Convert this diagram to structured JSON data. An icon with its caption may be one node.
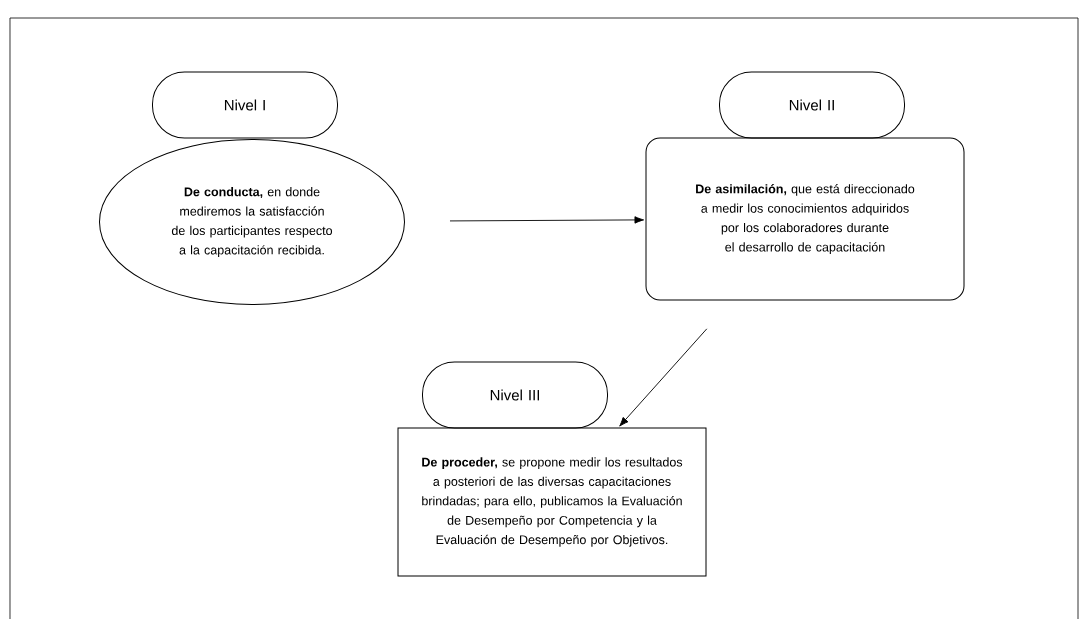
{
  "diagram": {
    "nodes": [
      {
        "text": [
          "Nivel I"
        ]
      },
      {
        "text": [
          "**De conducta,** en donde mediremos la satisfacción de los participantes respecto a la capacitación recibida."
        ]
      },
      {
        "text": [
          "Nivel II"
        ]
      },
      {
        "text": [
          "**De asimilación,** que está direccionado a medir los conocimientos adquiridos por los colaboradores durante el desarrollo de capacitación"
        ]
      },
      {
        "text": [
          "Nivel III"
        ]
      },
      {
        "text": [
          "**De proceder,** se propone medir los resultados a posteriori de las diversas capacitaciones brindadas; para ello, publicamos la Evaluación de Desempeño por Competencia y la Evaluación de Desempeño por Objetivos."
        ]
      }
    ],
    "edges": [
      {
        "from": 1,
        "to": 3,
        "arrow": "to"
      },
      {
        "from": 3,
        "to": 5,
        "arrow": "to"
      }
    ]
  }
}
